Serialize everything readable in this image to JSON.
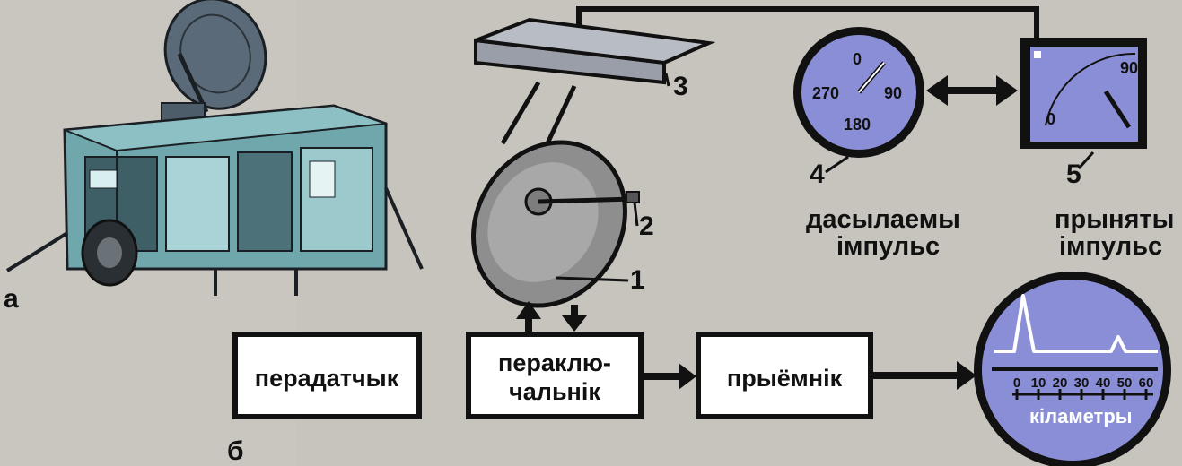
{
  "figure": {
    "part_a_label": "а",
    "part_b_label": "б",
    "callouts": [
      "1",
      "2",
      "3",
      "4",
      "5"
    ]
  },
  "blocks": {
    "transmitter": "перадатчык",
    "switch_line1": "пераклю-",
    "switch_line2": "чальнік",
    "receiver": "прыёмнік"
  },
  "dial_4": {
    "marks": [
      "0",
      "90",
      "180",
      "270"
    ]
  },
  "dial_5": {
    "marks": [
      "0",
      "90"
    ]
  },
  "pulses": {
    "sent_line1": "дасылаемы",
    "sent_line2": "імпульс",
    "received_line1": "прыняты",
    "received_line2": "імпульс"
  },
  "scope": {
    "ticks": [
      "0",
      "10",
      "20",
      "30",
      "40",
      "50",
      "60"
    ],
    "unit": "кіламетры"
  },
  "colors": {
    "blue": "#8a8ed6",
    "black": "#111111",
    "background": "#c9c6c0"
  }
}
